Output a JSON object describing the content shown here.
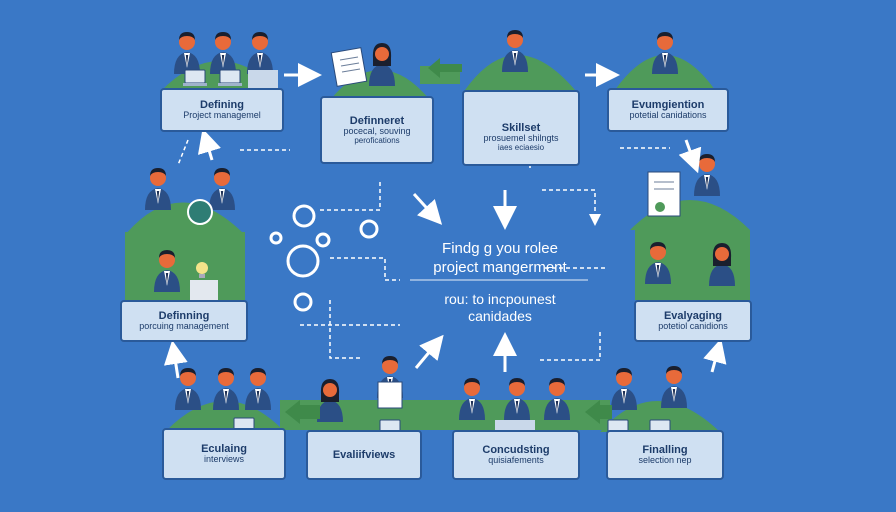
{
  "center": {
    "line1": "Findg g you  rolee",
    "line2": "project mangerment",
    "line3": "rou:  to incpounest",
    "line4": "canidades"
  },
  "cards": {
    "top_1": {
      "line1": "Defining",
      "line2": "Project managemel"
    },
    "top_2": {
      "line1": "Definneret",
      "line2": "pocecal, souving",
      "line3": "perofications"
    },
    "top_3": {
      "line1": "Skillset",
      "line2": "prosuemel shilngts",
      "line3": "iaes eciaesio"
    },
    "top_4": {
      "line1": "Evumgiention",
      "line2": "potetial canidations"
    },
    "left_mid": {
      "line1": "Definning",
      "line2": "porcuing management"
    },
    "right_mid": {
      "line1": "Evalyaging",
      "line2": "potetiol canidions"
    },
    "bottom_1": {
      "line1": "Eculaing",
      "line2": "interviews"
    },
    "bottom_2": {
      "line1": "Evaliifviews"
    },
    "bottom_3": {
      "line1": "Concudsting",
      "line2": "quisiafements"
    },
    "bottom_4": {
      "line1": "Finalling",
      "line2": "selection nep"
    }
  },
  "colors": {
    "background": "#3a78c6",
    "card": "#cfe0f2",
    "mound": "#4f9a5a",
    "suit": "#2b4f86",
    "face": "#e86a3a",
    "arrow": "#ffffff"
  },
  "icons": {
    "gear": "gear-icon",
    "arrow": "arrow-icon",
    "document": "document-icon",
    "laptop": "laptop-icon",
    "lightbulb": "lightbulb-icon"
  }
}
